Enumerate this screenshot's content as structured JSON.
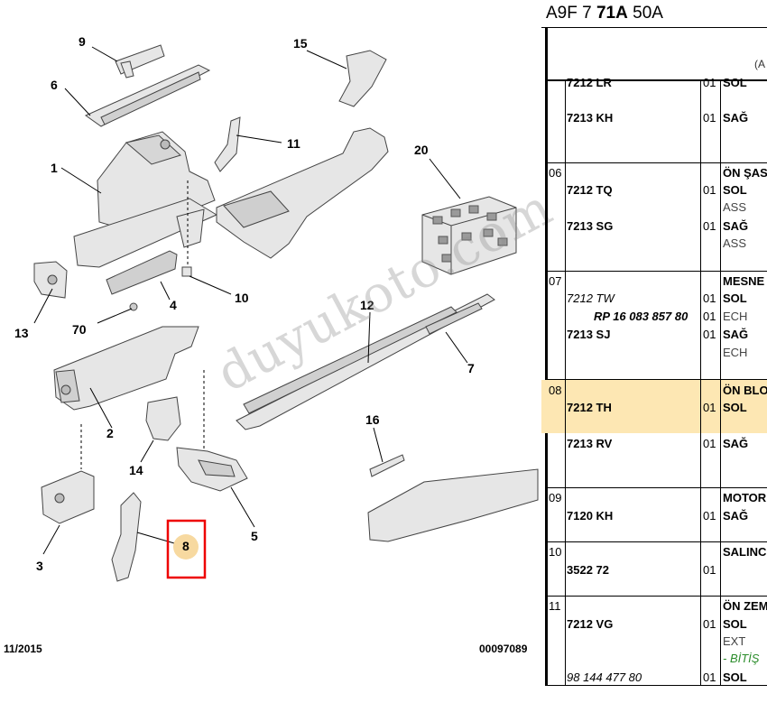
{
  "diagram": {
    "callouts": [
      "9",
      "15",
      "6",
      "1",
      "11",
      "20",
      "10",
      "13",
      "4",
      "70",
      "12",
      "7",
      "2",
      "14",
      "16",
      "5",
      "3",
      "8"
    ],
    "selected_callout": "8",
    "date": "11/2015",
    "code": "00097089",
    "watermark": "duyukoto.com"
  },
  "panel": {
    "title_prefix": "A9F 7 ",
    "title_bold": "71A",
    "title_suffix": " 50A",
    "header_fragment": "(A",
    "rows": [
      {
        "no": "",
        "lines": [
          {
            "ref": "7212 LR",
            "qty": "01",
            "desc": "SOL"
          },
          {
            "ref": "7213 KH",
            "qty": "01",
            "desc": "SAĞ"
          }
        ]
      },
      {
        "no": "06",
        "title": "ÖN ŞAS",
        "lines": [
          {
            "ref": "7212 TQ",
            "qty": "01",
            "desc": "SOL",
            "note": "ASS"
          },
          {
            "ref": "7213 SG",
            "qty": "01",
            "desc": "SAĞ",
            "note": "ASS"
          }
        ]
      },
      {
        "no": "07",
        "title": "MESNE",
        "lines": [
          {
            "ref": "7212 TW",
            "qty": "01",
            "desc": "SOL"
          },
          {
            "ref": "RP 16 083 857 80",
            "qty": "01",
            "desc": "ECH"
          },
          {
            "ref": "7213 SJ",
            "qty": "01",
            "desc": "SAĞ",
            "note": "ECH"
          }
        ]
      },
      {
        "no": "08",
        "title": "ÖN BLO",
        "lines": [
          {
            "ref": "7212 TH",
            "qty": "01",
            "desc": "SOL"
          },
          {
            "ref": "7213 RV",
            "qty": "01",
            "desc": "SAĞ"
          }
        ]
      },
      {
        "no": "09",
        "title": "MOTOR",
        "lines": [
          {
            "ref": "7120 KH",
            "qty": "01",
            "desc": "SAĞ"
          }
        ]
      },
      {
        "no": "10",
        "title": "SALINC",
        "lines": [
          {
            "ref": "3522 72",
            "qty": "01",
            "desc": ""
          }
        ]
      },
      {
        "no": "11",
        "title": "ÖN ZEM",
        "lines": [
          {
            "ref": "7212 VG",
            "qty": "01",
            "desc": "SOL",
            "note": "EXT"
          },
          {
            "ref": "",
            "qty": "",
            "desc": "",
            "note": "- BİTİŞ"
          },
          {
            "ref": "98 144 477 80",
            "qty": "01",
            "desc": "SOL"
          }
        ]
      }
    ]
  }
}
